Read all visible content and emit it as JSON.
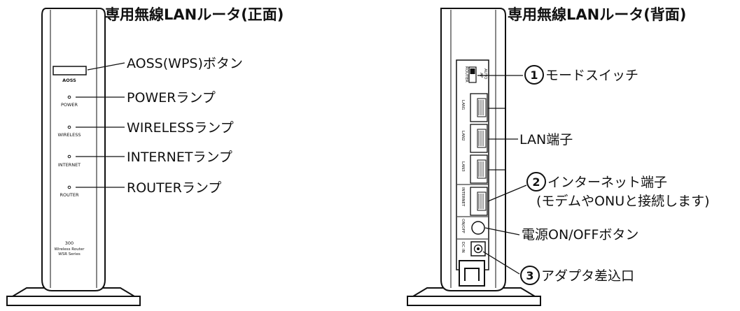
{
  "front": {
    "title": "専用無線LANルータ(正面)",
    "device": {
      "aoss_text": "AOSS",
      "power_text": "POWER",
      "wireless_text": "WIRELESS",
      "internet_text": "INTERNET",
      "router_text": "ROUTER",
      "model_number": "300",
      "model_line1": "Wireless Router",
      "model_line2": "WSR Series"
    },
    "callouts": {
      "aoss": "AOSS(WPS)ボタン",
      "power": "POWERランプ",
      "wireless": "WIRELESSランプ",
      "internet": "INTERNETランプ",
      "router": "ROUTERランプ"
    }
  },
  "back": {
    "title": "専用無線LANルータ(背面)",
    "device": {
      "switch_router": "ROUTER",
      "switch_ap": "AP",
      "switch_auto": "AUTO",
      "lan1": "LAN1",
      "lan2": "LAN2",
      "lan3": "LAN3",
      "internet": "INTERNET",
      "onoff": "ON/OFF",
      "dcin": "DC IN"
    },
    "callouts": {
      "mode_num": "1",
      "mode": "モードスイッチ",
      "lan": "LAN端子",
      "internet_num": "2",
      "internet": "インターネット端子",
      "internet_note": "(モデムやONUと接続します)",
      "power_button": "電源ON/OFFボタン",
      "adapter_num": "3",
      "adapter": "アダプタ差込口"
    }
  }
}
